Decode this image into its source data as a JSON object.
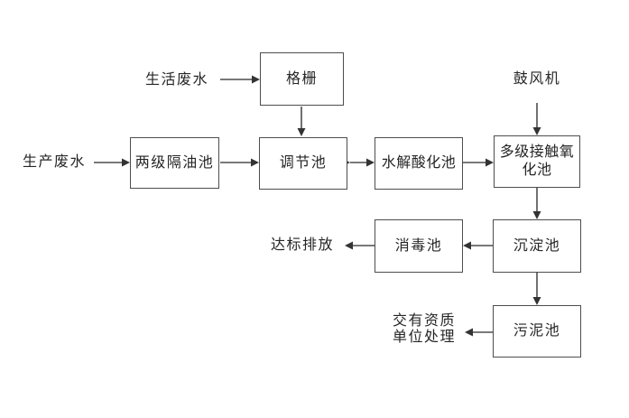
{
  "colors": {
    "background": "#ffffff",
    "stroke": "#4d4d4d",
    "text": "#262626"
  },
  "nodes": {
    "grid": {
      "label": "格栅"
    },
    "oil_separator": {
      "label": "两级隔油池"
    },
    "regulating_tank": {
      "label": "调节池"
    },
    "hydrolysis_tank": {
      "label": "水解酸化池",
      "lines": [
        "水解酸化池"
      ]
    },
    "oxidation_tank": {
      "label": "多级接触氧化池",
      "lines": [
        "多级接触氧",
        "化池"
      ]
    },
    "sedimentation_tank": {
      "label": "沉淀池"
    },
    "disinfection_tank": {
      "label": "消毒池"
    },
    "sludge_tank": {
      "label": "污泥池"
    }
  },
  "labels": {
    "domestic_wastewater": {
      "label": "生活废水"
    },
    "production_wastewater": {
      "label": "生产废水"
    },
    "blower": {
      "label": "鼓风机"
    },
    "discharge": {
      "label": "达标排放"
    },
    "qualified_disposal": {
      "label": "交有资质单位处理",
      "lines": [
        "交有资质",
        "单位处理"
      ]
    }
  },
  "flows": [
    {
      "from": "生活废水",
      "to": "格栅"
    },
    {
      "from": "格栅",
      "to": "调节池"
    },
    {
      "from": "生产废水",
      "to": "两级隔油池"
    },
    {
      "from": "两级隔油池",
      "to": "调节池"
    },
    {
      "from": "调节池",
      "to": "水解酸化池"
    },
    {
      "from": "水解酸化池",
      "to": "多级接触氧化池"
    },
    {
      "from": "鼓风机",
      "to": "多级接触氧化池"
    },
    {
      "from": "多级接触氧化池",
      "to": "沉淀池"
    },
    {
      "from": "沉淀池",
      "to": "消毒池"
    },
    {
      "from": "消毒池",
      "to": "达标排放"
    },
    {
      "from": "沉淀池",
      "to": "污泥池"
    },
    {
      "from": "污泥池",
      "to": "交有资质单位处理"
    }
  ]
}
